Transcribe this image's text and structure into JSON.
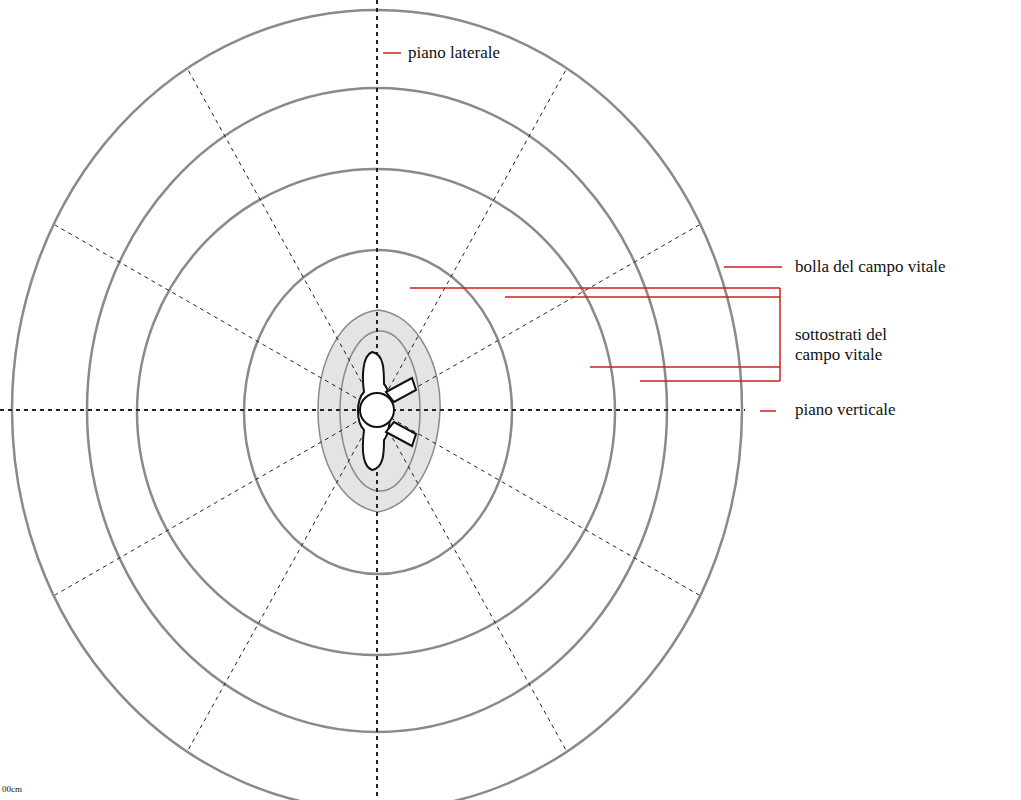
{
  "diagram": {
    "labels": [
      "piano laterale",
      "bolla del campo vitale",
      "sottostrati del campo vitale",
      "piano verticale",
      "00cm"
    ]
  }
}
